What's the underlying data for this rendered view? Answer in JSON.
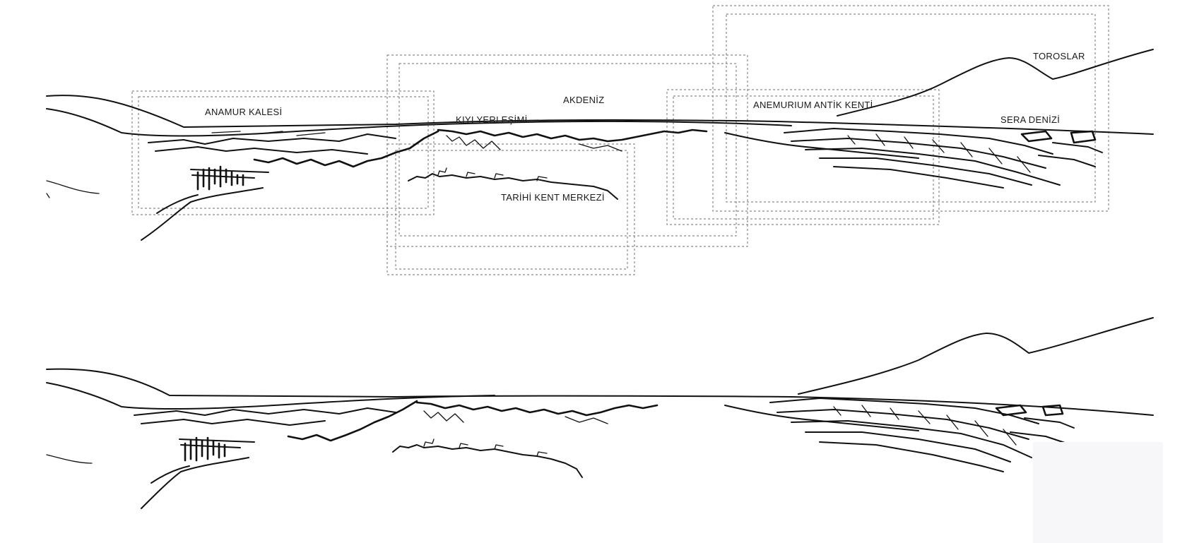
{
  "labels": {
    "anamur_kalesi": "ANAMUR KALESİ",
    "akdeniz": "AKDENİZ",
    "kiyi_yerlesimi": "KIYI YERLEŞİMİ",
    "tarihi_kent_merkezi": "TARİHİ KENT MERKEZİ",
    "anemurium_antik_kenti": "ANEMURIUM ANTİK KENTİ",
    "toroslar": "TOROSLAR",
    "sera_denizi": "SERA DENİZİ"
  },
  "colors": {
    "ink": "#111111",
    "frame": "#8a8a8a",
    "background": "#ffffff"
  }
}
